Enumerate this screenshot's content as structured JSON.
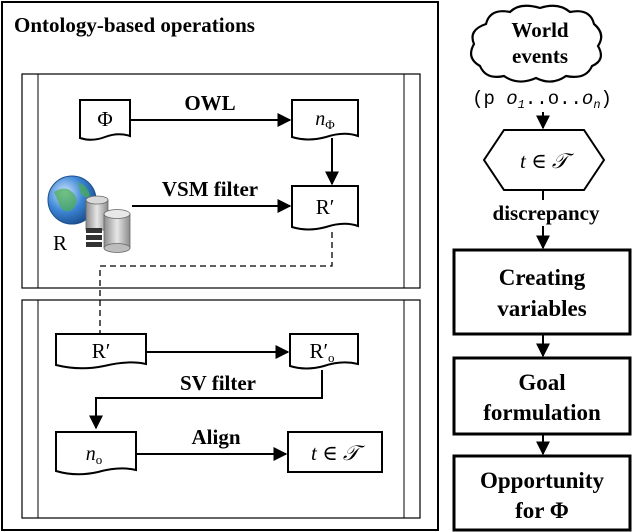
{
  "left_panel": {
    "title": "Ontology-based operations",
    "top_section": {
      "doc_phi": "Φ",
      "doc_n_phi": {
        "base": "n",
        "sub": "Φ"
      },
      "doc_r_prime": "R′",
      "label_owl": "OWL",
      "label_vsm": "VSM filter",
      "label_repo": "R"
    },
    "bottom_section": {
      "doc_r_prime": "R′",
      "doc_r_prime_o": {
        "base": "R′",
        "sub": "o"
      },
      "doc_n_o": {
        "base": "n",
        "sub": "o"
      },
      "doc_t_in_t": "t ∈ 𝒯",
      "label_sv": "SV filter",
      "label_align": "Align"
    }
  },
  "right_flow": {
    "world_events": [
      "World",
      "events"
    ],
    "tuple": {
      "open": "(p ",
      "o1": "o",
      "o1_sub": "1",
      "middle": "..o..",
      "on": "o",
      "on_sub": "n",
      "close": ")"
    },
    "decision": "t ∈ 𝒯",
    "discrepancy": "discrepancy",
    "creating_variables": [
      "Creating",
      "variables"
    ],
    "goal_formulation": [
      "Goal",
      "formulation"
    ],
    "opportunity": [
      "Opportunity",
      "for Φ"
    ]
  },
  "colors": {
    "stroke": "#000000",
    "globe_blue": "#2f6fb8",
    "cylinder_gray": "#9a9a9a",
    "background": "#ffffff"
  }
}
